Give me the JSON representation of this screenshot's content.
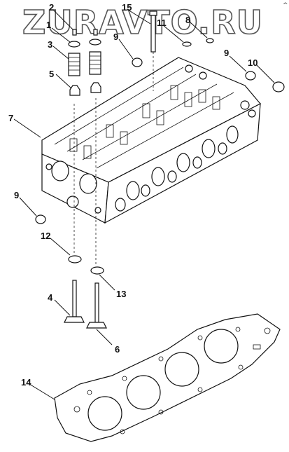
{
  "watermark": {
    "text": "ZURAVTO.RU",
    "corner_mark": "^"
  },
  "callouts": [
    {
      "id": "c2",
      "label": "2"
    },
    {
      "id": "c1",
      "label": "1"
    },
    {
      "id": "c15",
      "label": "15"
    },
    {
      "id": "c11",
      "label": "11"
    },
    {
      "id": "c8",
      "label": "8"
    },
    {
      "id": "c3",
      "label": "3"
    },
    {
      "id": "c9a",
      "label": "9"
    },
    {
      "id": "c9b",
      "label": "9"
    },
    {
      "id": "c10",
      "label": "10"
    },
    {
      "id": "c5",
      "label": "5"
    },
    {
      "id": "c7",
      "label": "7"
    },
    {
      "id": "c9c",
      "label": "9"
    },
    {
      "id": "c12",
      "label": "12"
    },
    {
      "id": "c13",
      "label": "13"
    },
    {
      "id": "c4",
      "label": "4"
    },
    {
      "id": "c6",
      "label": "6"
    },
    {
      "id": "c14",
      "label": "14"
    }
  ]
}
